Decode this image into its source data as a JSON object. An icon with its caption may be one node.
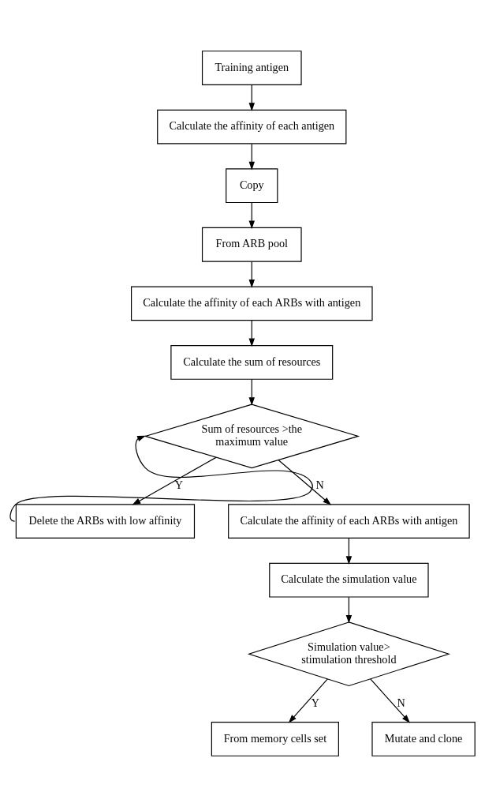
{
  "diagram": {
    "nodes": [
      {
        "text": [
          "Training antigen"
        ]
      },
      {
        "text": [
          "Calculate the affinity of each antigen"
        ]
      },
      {
        "text": [
          "Copy"
        ]
      },
      {
        "text": [
          "From ARB pool"
        ]
      },
      {
        "text": [
          "Calculate the affinity of each ARBs with antigen"
        ]
      },
      {
        "text": [
          "Calculate the sum of resources"
        ]
      },
      {
        "text": [
          "Sum of resources >the maximum value"
        ]
      },
      {
        "text": [
          "Delete the ARBs with low affinity"
        ]
      },
      {
        "text": [
          "Calculate the affinity of each ARBs with antigen"
        ]
      },
      {
        "text": [
          "Calculate the simulation value"
        ]
      },
      {
        "text": [
          "Simulation value> stimulation threshold"
        ]
      },
      {
        "text": [
          "From memory cells set"
        ]
      },
      {
        "text": [
          "Mutate and clone"
        ]
      }
    ],
    "edges": [
      {
        "from": 0,
        "to": 1,
        "arrow": "to"
      },
      {
        "from": 1,
        "to": 2,
        "arrow": "to"
      },
      {
        "from": 2,
        "to": 3,
        "arrow": "to"
      },
      {
        "from": 3,
        "to": 4,
        "arrow": "to"
      },
      {
        "from": 4,
        "to": 5,
        "arrow": "to"
      },
      {
        "from": 5,
        "to": 6,
        "arrow": "to"
      },
      {
        "from": 6,
        "to": 7,
        "arrow": "to",
        "label": "Y"
      },
      {
        "from": 7,
        "to": 6,
        "arrow": "to"
      },
      {
        "from": 6,
        "to": 8,
        "arrow": "to",
        "label": "N"
      },
      {
        "from": 8,
        "to": 9,
        "arrow": "to"
      },
      {
        "from": 9,
        "to": 10,
        "arrow": "to"
      },
      {
        "from": 10,
        "to": 11,
        "arrow": "to",
        "label": "Y"
      },
      {
        "from": 10,
        "to": 12,
        "arrow": "to",
        "label": "N"
      }
    ]
  }
}
